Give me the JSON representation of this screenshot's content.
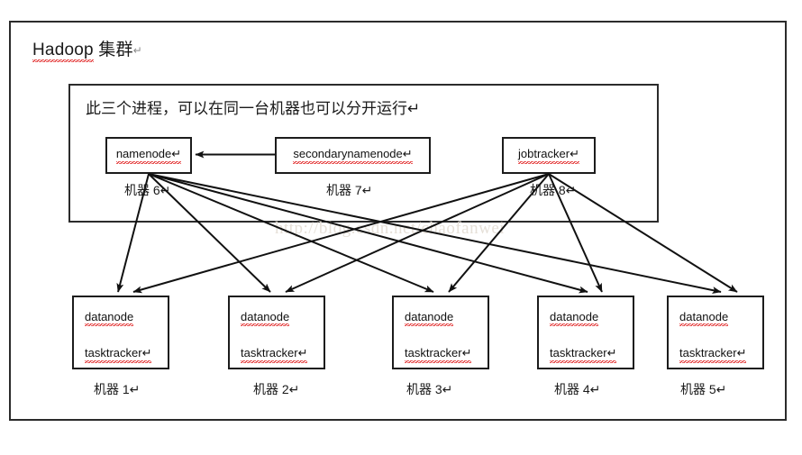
{
  "diagram": {
    "title": "Hadoop 集群",
    "title_latin": "Hadoop",
    "title_cjk": " 集群",
    "pilcrow": "↵",
    "note": "此三个进程，可以在同一台机器也可以分开运行↵",
    "watermark": "http://blog.csdn.net/chaofanwei",
    "colors": {
      "border": "#1c1c1c",
      "frame": "#2b2b2b",
      "text": "#111111",
      "spellcheck": "#e02020",
      "pilcrow": "#8a8a8a",
      "watermark": "#e6e0d8",
      "background": "#ffffff"
    }
  },
  "master_processes": [
    {
      "id": "namenode",
      "label": "namenode↵",
      "machine": "机器 6↵"
    },
    {
      "id": "secondarynamenode",
      "label": "secondarynamenode↵",
      "machine": "机器 7↵"
    },
    {
      "id": "jobtracker",
      "label": "jobtracker↵",
      "machine": "机器 8↵"
    }
  ],
  "worker_nodes": [
    {
      "id": "worker1",
      "line1": "datanode",
      "line2": "tasktracker↵",
      "machine": "机器 1↵"
    },
    {
      "id": "worker2",
      "line1": "datanode",
      "line2": "tasktracker↵",
      "machine": "机器 2↵"
    },
    {
      "id": "worker3",
      "line1": "datanode",
      "line2": "tasktracker↵",
      "machine": "机器 3↵"
    },
    {
      "id": "worker4",
      "line1": "datanode",
      "line2": "tasktracker↵",
      "machine": "机器 4↵"
    },
    {
      "id": "worker5",
      "line1": "datanode",
      "line2": "tasktracker↵",
      "machine": "机器 5↵"
    }
  ],
  "edges": {
    "secondary_to_namenode": "secondarynamenode → namenode",
    "namenode_to_workers": "namenode → datanode (×5)",
    "jobtracker_to_workers": "jobtracker → tasktracker (×5)"
  }
}
